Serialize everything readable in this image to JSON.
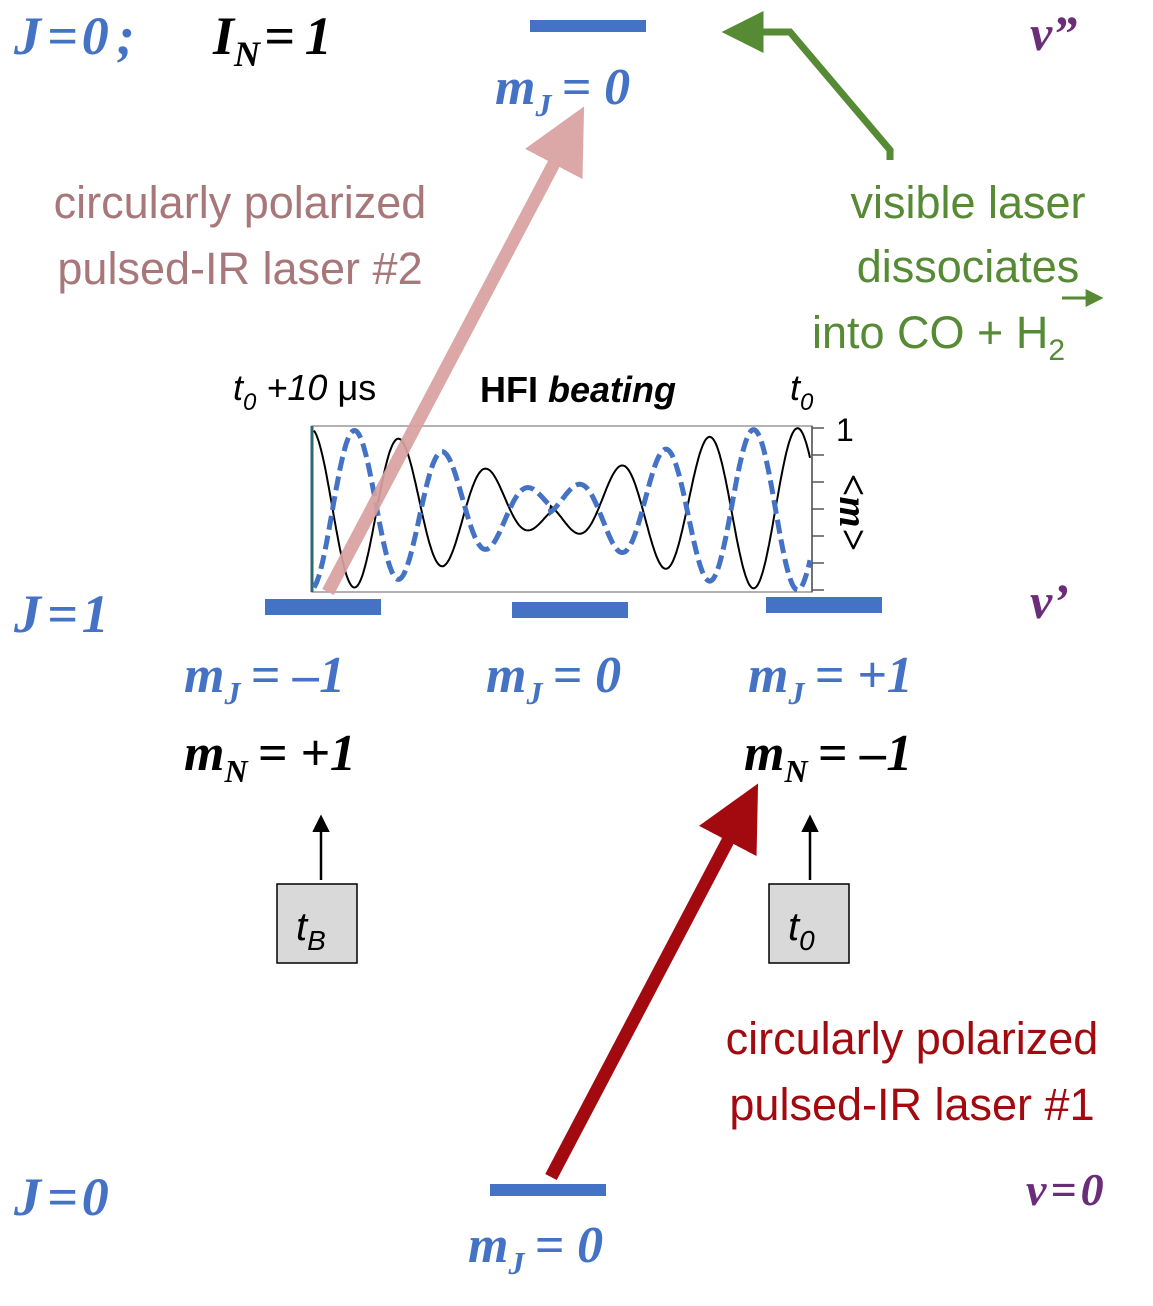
{
  "colors": {
    "level_blue": "#4472c4",
    "label_blue": "#4472c4",
    "vib_purple": "#6b2c7a",
    "laser1_red": "#a30a10",
    "laser2_pink": "#d8a0a0",
    "laser2_text": "#a8777a",
    "visible_green": "#568a35",
    "box_fill": "#d9d9d9"
  },
  "top_level": {
    "J": "J",
    "eq": "=",
    "J_val": "0",
    "separator": ";",
    "I": "I",
    "I_sub": "N",
    "I_val": "1",
    "mJ_sym": "m",
    "mJ_sub": "J",
    "mJ_val": "= 0",
    "vib": "ν”"
  },
  "middle_level": {
    "J": "J",
    "eq": "=",
    "J_val": "1",
    "vib": "ν’",
    "sublevels": [
      {
        "mJ_val": "= –1",
        "mN_val": "= +1"
      },
      {
        "mJ_val": "= 0"
      },
      {
        "mJ_val": "= +1",
        "mN_val": "= –1"
      }
    ],
    "m_sym": "m",
    "J_sub": "J",
    "N_sub": "N"
  },
  "bottom_level": {
    "J": "J",
    "eq": "=",
    "J_val": "0",
    "mJ_val": "= 0",
    "vib": "ν",
    "vib_eq": "=",
    "vib_val": "0"
  },
  "laser2": {
    "line1": "circularly polarized",
    "line2": "pulsed-IR laser #2"
  },
  "laser1": {
    "line1": "circularly polarized",
    "line2": "pulsed-IR laser #1"
  },
  "visible": {
    "line1": "visible laser",
    "line2": "dissociates",
    "line3_pre": "into CO + ",
    "line3_H": "H",
    "line3_sub": "2"
  },
  "beating": {
    "title_bold": "HFI ",
    "title_italic": "beating",
    "left_time_t": "t",
    "left_time_sub": "0",
    "left_time_rest": " +10 ",
    "left_time_mu": "μ",
    "left_time_s": "s",
    "right_time_t": "t",
    "right_time_sub": "0",
    "axis_top": "1",
    "axis_label": "<m>"
  },
  "boxes": {
    "tB_t": "t",
    "tB_sub": "B",
    "t0_t": "t",
    "t0_sub": "0"
  }
}
